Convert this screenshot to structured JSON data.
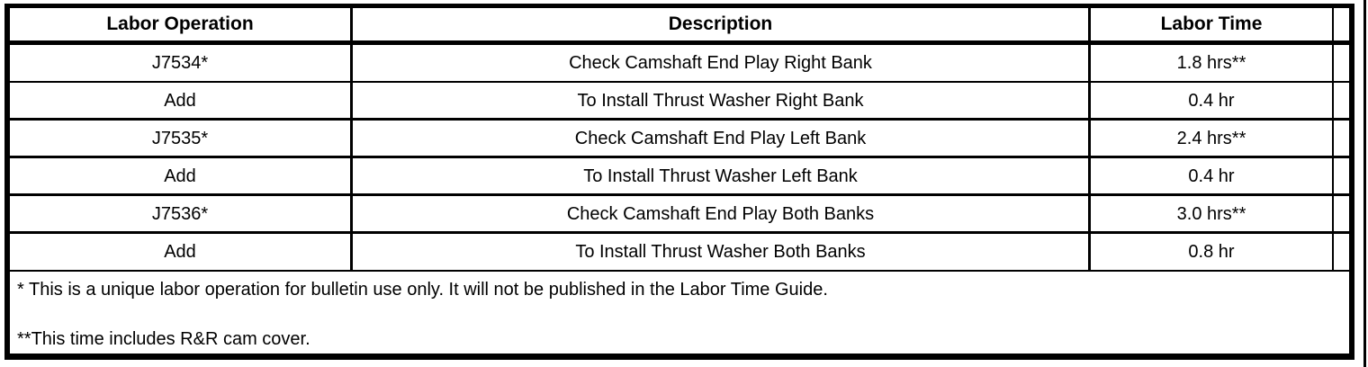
{
  "table": {
    "headers": {
      "operation": "Labor Operation",
      "description": "Description",
      "time": "Labor Time"
    },
    "rows": [
      {
        "operation": "J7534*",
        "description": "Check Camshaft End Play Right Bank",
        "time": "1.8 hrs**"
      },
      {
        "operation": "Add",
        "description": "To Install Thrust Washer Right Bank",
        "time": "0.4 hr"
      },
      {
        "operation": "J7535*",
        "description": "Check Camshaft End Play Left Bank",
        "time": "2.4 hrs**"
      },
      {
        "operation": "Add",
        "description": "To Install Thrust Washer Left Bank",
        "time": "0.4 hr"
      },
      {
        "operation": "J7536*",
        "description": "Check Camshaft End Play Both Banks",
        "time": "3.0 hrs**"
      },
      {
        "operation": "Add",
        "description": "To Install Thrust Washer Both Banks",
        "time": "0.8 hr"
      }
    ],
    "footnotes": {
      "line1": "* This is a unique labor operation for bulletin use only. It will not be published in the Labor Time Guide.",
      "line2": "**This time includes R&R cam cover."
    },
    "colors": {
      "border": "#000000",
      "background": "#ffffff",
      "text": "#000000"
    }
  }
}
